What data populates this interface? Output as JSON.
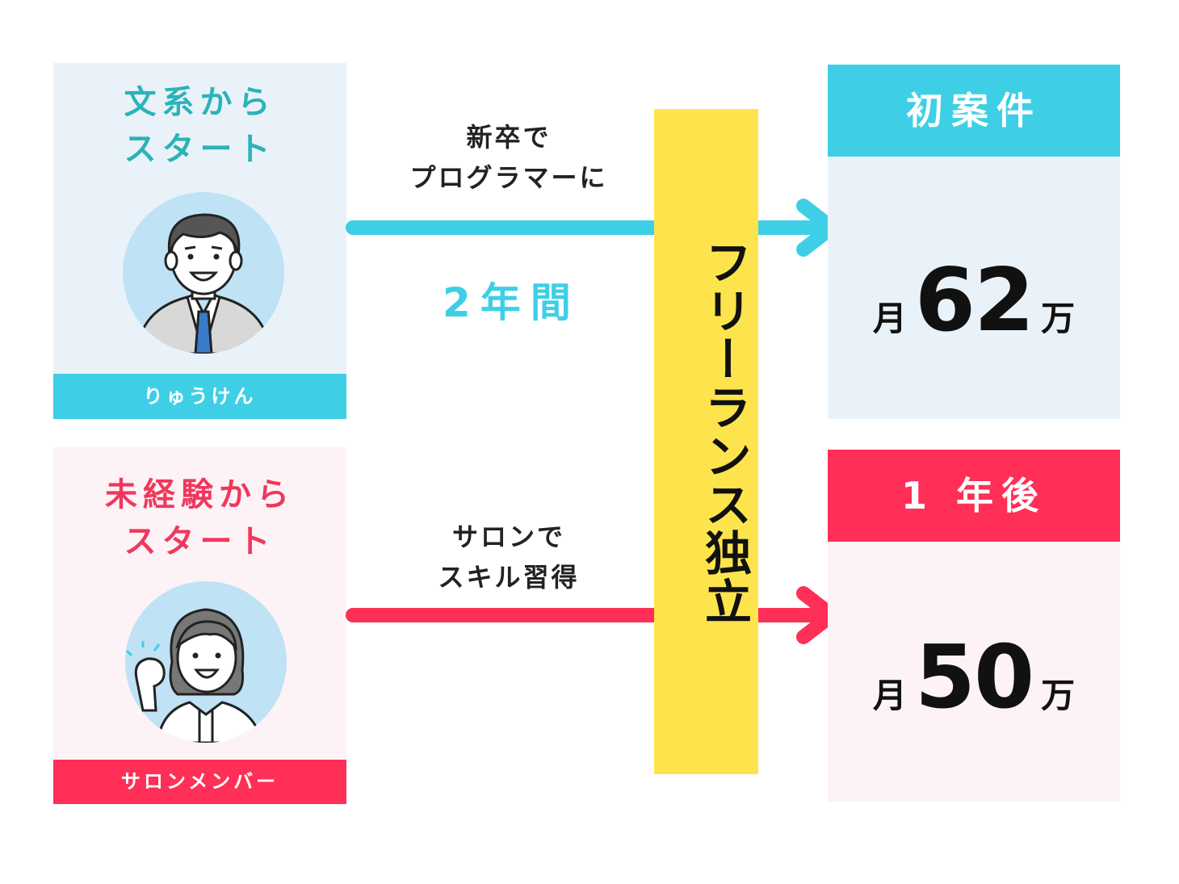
{
  "colors": {
    "cyan": "#3ecfe6",
    "teal_text": "#2bb3b8",
    "pink": "#ff2f57",
    "yellow": "#fde44c",
    "light_blue_bg": "#eaf2f9",
    "light_pink_bg": "#fdf3f6"
  },
  "paths": [
    {
      "start_title_line1": "文系から",
      "start_title_line2": "スタート",
      "person_label": "りゅうけん",
      "avatar_icon": "man-in-suit-avatar-icon",
      "caption_line1": "新卒で",
      "caption_line2": "プログラマーに",
      "duration": "2年間",
      "result_head": "初案件",
      "amount_prefix": "月",
      "amount_value": "62",
      "amount_suffix": "万"
    },
    {
      "start_title_line1": "未経験から",
      "start_title_line2": "スタート",
      "person_label": "サロンメンバー",
      "avatar_icon": "woman-cheering-avatar-icon",
      "caption_line1": "サロンで",
      "caption_line2": "スキル習得",
      "result_head": "1 年後",
      "amount_prefix": "月",
      "amount_value": "50",
      "amount_suffix": "万"
    }
  ],
  "center_label": "フリーランス独立"
}
